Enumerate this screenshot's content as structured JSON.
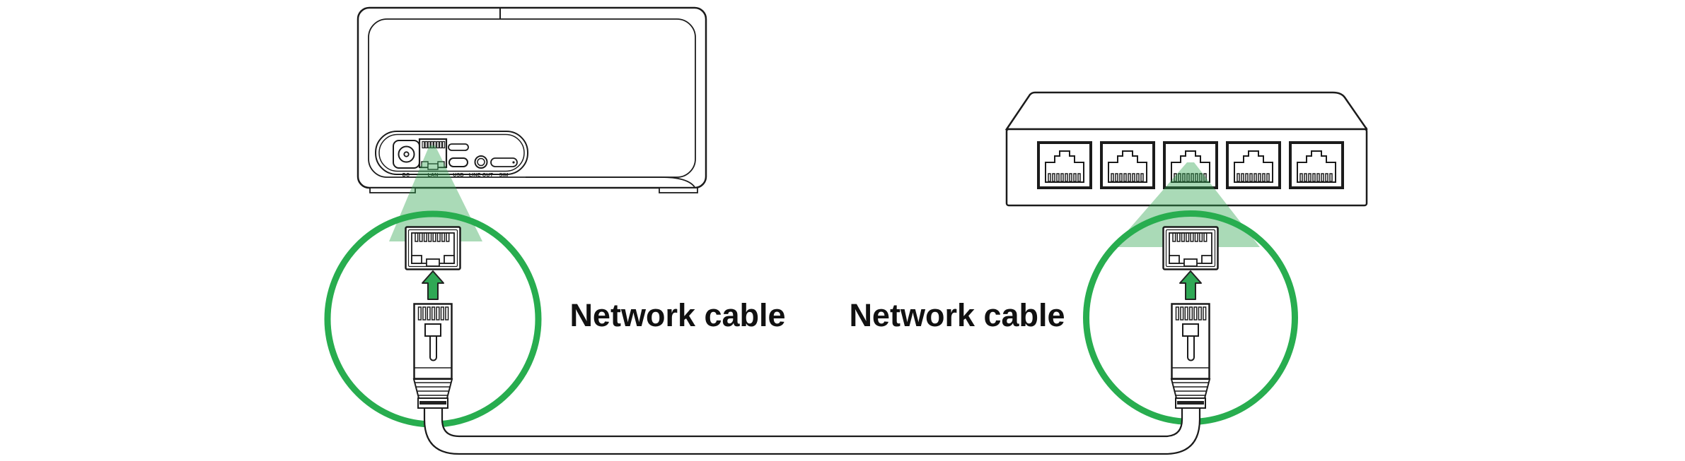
{
  "diagram": {
    "callout_left": {
      "label": "Network cable"
    },
    "callout_right": {
      "label": "Network cable"
    },
    "base_station": {
      "port_labels": [
        "DC",
        "LAN",
        "USB",
        "LINE OUT",
        "SIM"
      ],
      "highlighted_port": "LAN"
    },
    "switch": {
      "port_count": "5",
      "highlighted_port_index": "3"
    },
    "colors": {
      "circle_green": "#28AD4F",
      "beam_green": "#34A853",
      "arrow_green": "#2FA855",
      "ink": "#1B1B1B"
    }
  }
}
